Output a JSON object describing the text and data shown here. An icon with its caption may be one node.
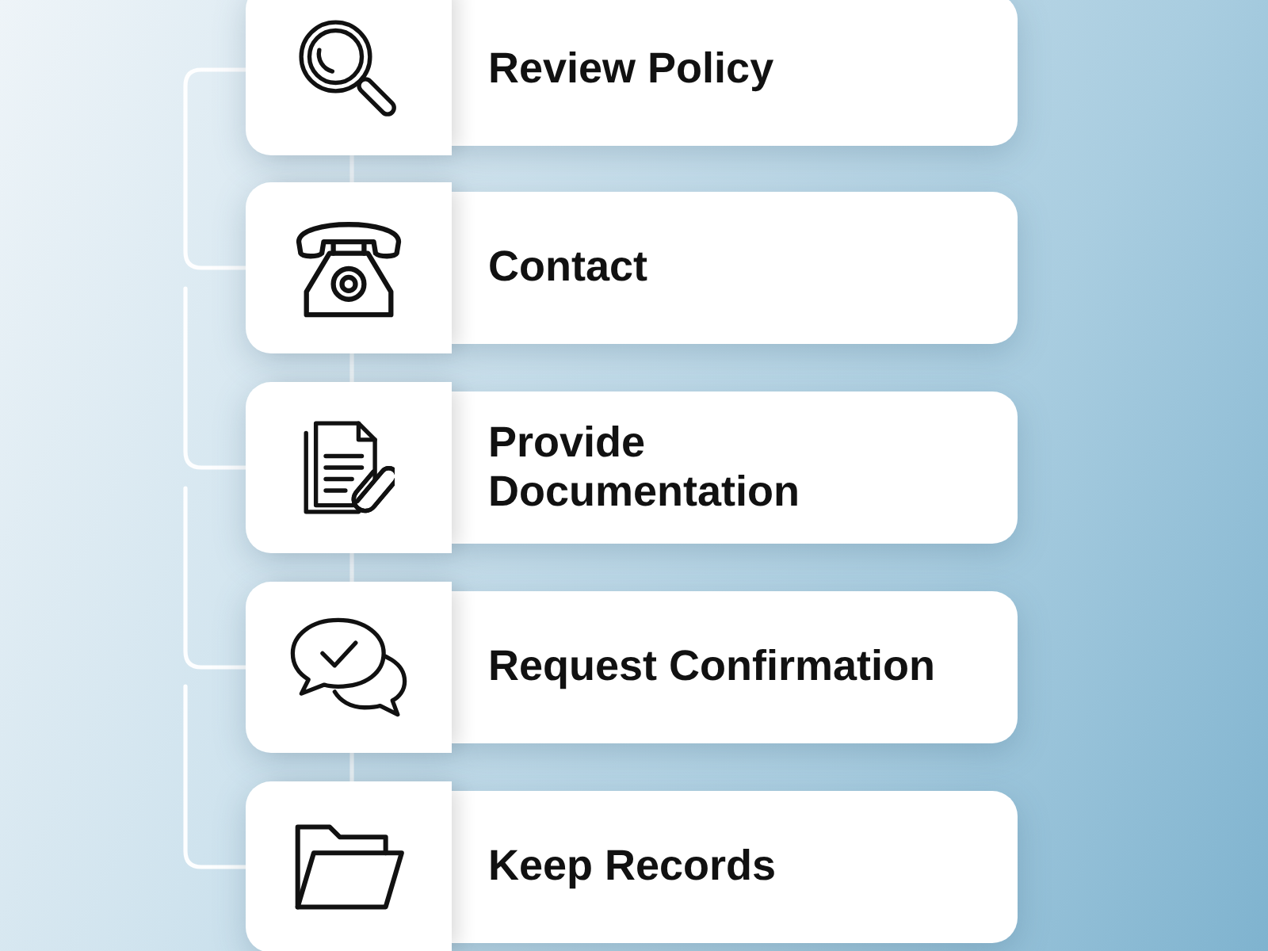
{
  "diagram": {
    "nodes": [
      {
        "text": [
          "Review Policy"
        ]
      },
      {
        "text": [
          "Contact"
        ]
      },
      {
        "text": [
          "Provide Documentation"
        ]
      },
      {
        "text": [
          "Request Confirmation"
        ]
      },
      {
        "text": [
          "Keep Records"
        ]
      }
    ],
    "edges": [
      {
        "from": 0,
        "to": 1,
        "arrow": "none"
      },
      {
        "from": 1,
        "to": 2,
        "arrow": "none"
      },
      {
        "from": 2,
        "to": 3,
        "arrow": "none"
      },
      {
        "from": 3,
        "to": 4,
        "arrow": "none"
      },
      {
        "from": 0,
        "to": 1,
        "arrow": "none"
      },
      {
        "from": null,
        "to": 2,
        "arrow": "none"
      },
      {
        "from": null,
        "to": 3,
        "arrow": "none"
      },
      {
        "from": null,
        "to": 4,
        "arrow": "none"
      }
    ]
  }
}
